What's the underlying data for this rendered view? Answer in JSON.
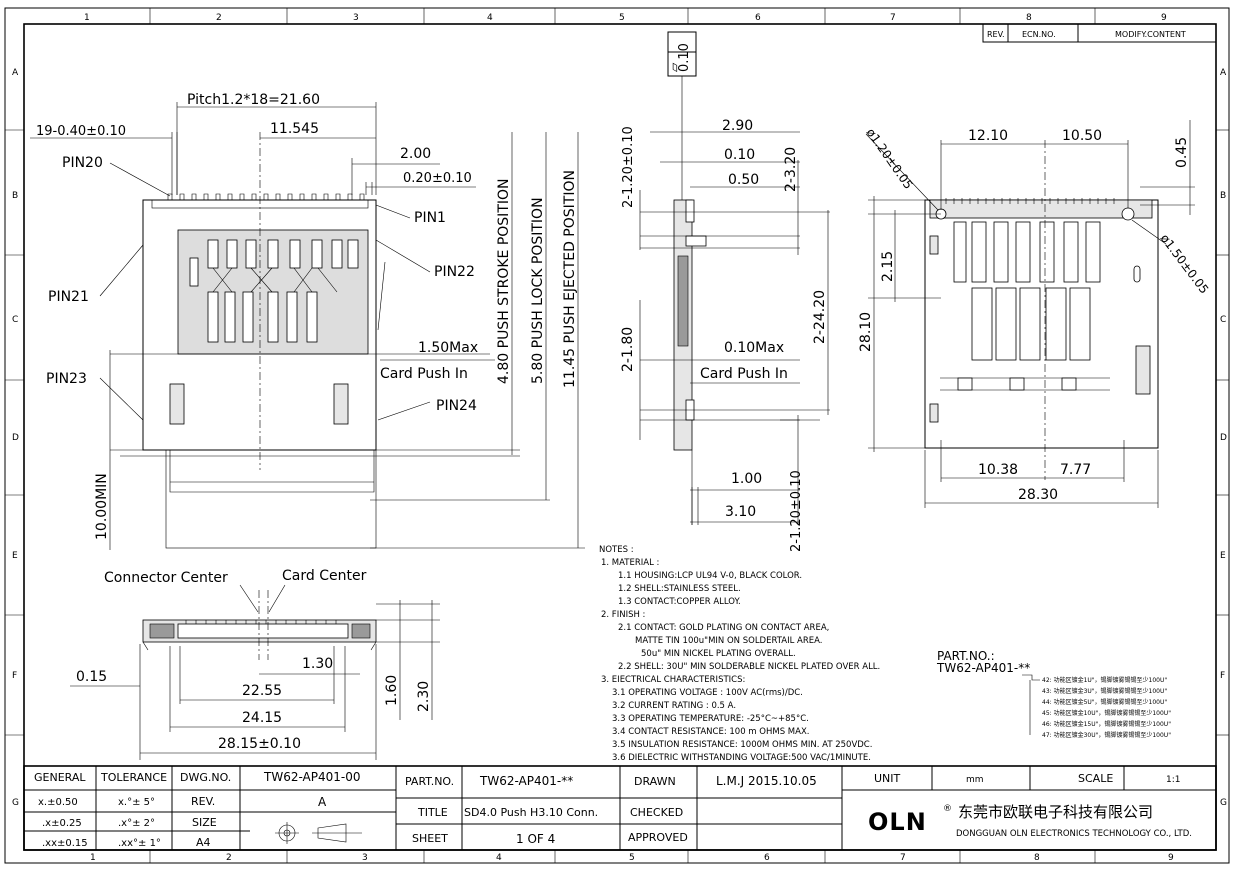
{
  "grid": {
    "cols_top": [
      "1",
      "2",
      "3",
      "4",
      "5",
      "6",
      "7",
      "8",
      "9"
    ],
    "cols_bottom": [
      "1",
      "2",
      "3",
      "4",
      "5",
      "6",
      "7",
      "8",
      "9"
    ],
    "rows": [
      "A",
      "B",
      "C",
      "D",
      "E",
      "F",
      "G"
    ]
  },
  "revision": {
    "rev": "REV.",
    "ecn": "ECN.NO.",
    "modify": "MODIFY.CONTENT"
  },
  "front_view": {
    "pitch": "Pitch1.2*18=21.60",
    "tol19": "19-0.40±0.10",
    "d11545": "11.545",
    "d200": "2.00",
    "d020": "0.20±0.10",
    "pin20": "PIN20",
    "pin1": "PIN1",
    "pin22": "PIN22",
    "pin21": "PIN21",
    "pin23": "PIN23",
    "pin24": "PIN24",
    "d150max": "1.50Max",
    "card_push": "Card Push In",
    "push_stroke": "4.80 PUSH STROKE POSITION",
    "push_lock": "5.80 PUSH LOCK POSITION",
    "push_eject": "11.45 PUSH EJECTED POSITION",
    "min10": "10.00MIN"
  },
  "side_view": {
    "flat_sym": "⏥",
    "flat_val": "0.10",
    "d120a": "2-1.20±0.10",
    "d290": "2.90",
    "d010": "0.10",
    "d050": "0.50",
    "d320": "2-3.20",
    "d180": "2-1.80",
    "d2420": "2-24.20",
    "d010max": "0.10Max",
    "card_push": "Card Push In",
    "d100": "1.00",
    "d310": "3.10",
    "d120b": "2-1.20±0.10"
  },
  "top_view": {
    "hole1": "ø1.20±0.05",
    "d1210": "12.10",
    "d1050": "10.50",
    "d045": "0.45",
    "hole2": "ø1.50±0.05",
    "d215": "2.15",
    "d2810": "28.10",
    "d1038": "10.38",
    "d777": "7.77",
    "d2830": "28.30"
  },
  "bottom_view": {
    "conn_center": "Connector Center",
    "card_center": "Card Center",
    "d015": "0.15",
    "d130": "1.30",
    "d2255": "22.55",
    "d2415": "24.15",
    "d2815": "28.15±0.10",
    "d160": "1.60",
    "d230": "2.30"
  },
  "notes": [
    "NOTES :",
    "1. MATERIAL :",
    "1.1 HOUSING:LCP UL94 V-0, BLACK COLOR.",
    "1.2 SHELL:STAINLESS STEEL.",
    "1.3 CONTACT:COPPER ALLOY.",
    "2. FINISH :",
    "2.1 CONTACT: GOLD PLATING ON CONTACT AREA,",
    "MATTE TIN 100u\"MIN ON SOLDERTAIL AREA.",
    "50u\" MIN NICKEL PLATING OVERALL.",
    "2.2 SHELL: 30U\" MIN SOLDERABLE NICKEL PLATED OVER ALL.",
    "3. EIECTRICAL CHARACTERISTICS:",
    "3.1 OPERATING VOLTAGE : 100V AC(rms)/DC.",
    "3.2 CURRENT RATING : 0.5 A.",
    "3.3 OPERATING TEMPERATURE: -25°C~+85°C.",
    "3.4 CONTACT RESISTANCE: 100 m OHMS MAX.",
    "3.5 INSULATION RESISTANCE: 1000M OHMS MIN. AT 250VDC.",
    "3.6 DIELECTRIC WITHSTANDING VOLTAGE:500 VAC/1MINUTE."
  ],
  "part_no": {
    "label": "PART.NO.:",
    "value": "TW62-AP401-**",
    "options": [
      "42: 功能区镀金1U\"，锡脚镀雾锡锡至少100U\"",
      "43: 功能区镀金3U\"，锡脚镀雾锡锡至少100U\"",
      "44: 功能区镀金5U\"，锡脚镀雾锡锡至少100U\"",
      "45: 功能区镀金10U\"，锡脚镀雾锡锡至少100U\"",
      "46: 功能区镀金15U\"，锡脚镀雾锡锡至少100U\"",
      "47: 功能区镀金30U\"，锡脚镀雾锡锡至少100U\""
    ]
  },
  "title_block": {
    "general": "GENERAL",
    "tolerance": "TOLERANCE",
    "dwg_no_label": "DWG.NO.",
    "dwg_no": "TW62-AP401-00",
    "tol_rows": [
      [
        "x.±0.50",
        "x.°± 5°"
      ],
      [
        ".x±0.25",
        ".x°± 2°"
      ],
      [
        ".xx±0.15",
        ".xx°± 1°"
      ]
    ],
    "rev_label": "REV.",
    "rev": "A",
    "size_label": "SIZE",
    "size": "A4",
    "part_no_label": "PART.NO.",
    "part_no": "TW62-AP401-**",
    "title_label": "TITLE",
    "title": "SD4.0 Push H3.10 Conn.",
    "sheet_label": "SHEET",
    "sheet": "1 OF 4",
    "drawn_label": "DRAWN",
    "drawn": "L.M.J 2015.10.05",
    "checked_label": "CHECKED",
    "approved_label": "APPROVED",
    "unit_label": "UNIT",
    "unit": "mm",
    "scale_label": "SCALE",
    "scale": "1:1",
    "logo": "OLN",
    "company_cn": "东莞市欧联电子科技有限公司",
    "company_en": "DONGGUAN OLN ELECTRONICS TECHNOLOGY CO., LTD."
  }
}
